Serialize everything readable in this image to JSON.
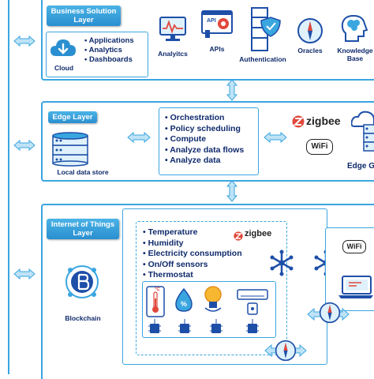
{
  "business": {
    "title_line1": "Business Solution",
    "title_line2": "Layer",
    "items": [
      "Applications",
      "Analytics",
      "Dashboards"
    ],
    "cloud_label": "Cloud",
    "icons": [
      {
        "label": "Analyitcs",
        "icon": "monitor-chart-icon"
      },
      {
        "label": "APIs",
        "icon": "api-gear-icon"
      },
      {
        "label": "Authentication",
        "icon": "server-shield-icon"
      },
      {
        "label": "Oracles",
        "icon": "compass-icon"
      },
      {
        "label": "Knowledge",
        "label2": "Base",
        "icon": "brain-head-icon"
      }
    ],
    "api_tag": "API"
  },
  "edge": {
    "title": "Edge Layer",
    "local_store_label": "Local data store",
    "items": [
      "Orchestration",
      "Policy scheduling",
      "Compute",
      "Analyze data flows",
      "Analyze data"
    ],
    "zigbee": "zigbee",
    "wifi": "WiFi",
    "gateway_label": "Edge G"
  },
  "iot": {
    "title_line1": "Internet of Things",
    "title_line2": "Layer",
    "items": [
      "Temperature",
      "Humidity",
      "Electricity consumption",
      "On/Off sensors",
      "Thermostat"
    ],
    "zigbee": "zigbee",
    "wifi": "WiFi",
    "blockchain_label": "Blockchain",
    "temp_tag": "°C",
    "humidity_tag": "%"
  },
  "colors": {
    "accent": "#3aa6e0",
    "dark_text": "#0f2a6b",
    "title_fill": "#2a8fd0",
    "chip": "#1e4fa8"
  }
}
